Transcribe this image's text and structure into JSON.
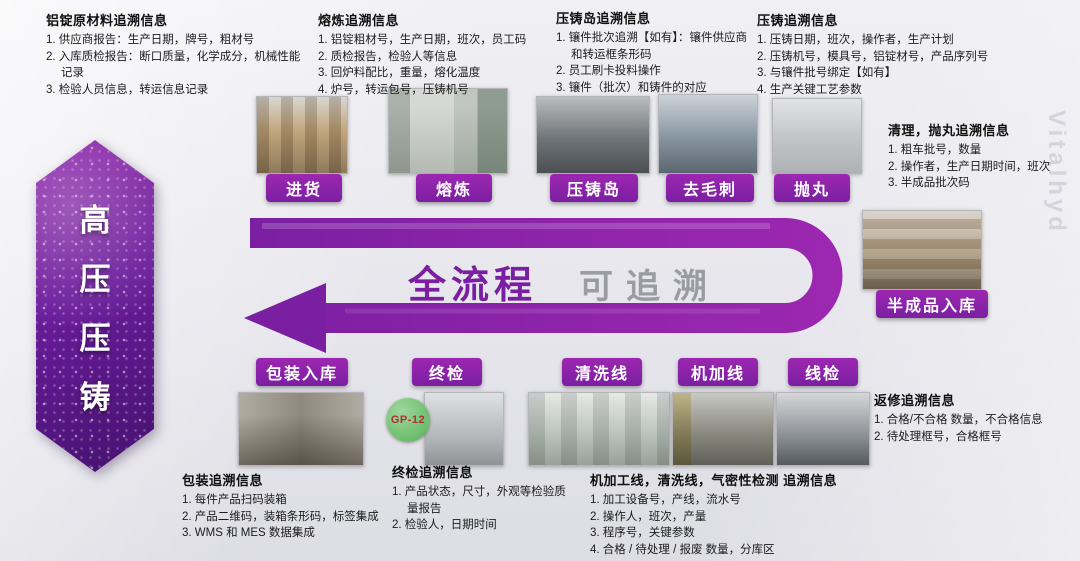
{
  "watermark": "Vitalhyd",
  "badge": {
    "chars": [
      "高",
      "压",
      "压",
      "铸"
    ]
  },
  "flow": {
    "primary": "全流程",
    "secondary": "可追溯"
  },
  "top_steps": [
    "进货",
    "熔炼",
    "压铸岛",
    "去毛刺",
    "抛丸"
  ],
  "right_step": "半成品入库",
  "bottom_steps": [
    "包装入库",
    "终检",
    "清洗线",
    "机加线",
    "线检"
  ],
  "gp_badge": "GP-12",
  "info_blocks": [
    {
      "title": "铝锭原材料追溯信息",
      "items": [
        "1. 供应商报告：生产日期，牌号，粗材号",
        "2. 入库质检报告：断口质量，化学成分，机械性能记录",
        "3. 检验人员信息，转运信息记录"
      ]
    },
    {
      "title": "熔炼追溯信息",
      "items": [
        "1. 铝锭粗材号，生产日期，班次，员工码",
        "2. 质检报告，检验人等信息",
        "3. 回炉料配比，重量，熔化温度",
        "4. 炉号，转运包号，压铸机号"
      ]
    },
    {
      "title": "压铸岛追溯信息",
      "items": [
        "1. 镶件批次追溯【如有】：镶件供应商和转运框条形码",
        "2. 员工刷卡投料操作",
        "3. 镶件（批次）和铸件的对应"
      ]
    },
    {
      "title": "压铸追溯信息",
      "items": [
        "1. 压铸日期，班次，操作者，生产计划",
        "2. 压铸机号，模具号，铝锭材号，产品序列号",
        "3. 与镶件批号绑定【如有】",
        "4. 生产关键工艺参数"
      ]
    },
    {
      "title": "清理，抛丸追溯信息",
      "items": [
        "1. 粗车批号，数量",
        "2. 操作者，生产日期时间，班次",
        "3. 半成品批次码"
      ]
    },
    {
      "title": "返修追溯信息",
      "items": [
        "1. 合格/不合格 数量，不合格信息",
        "2. 待处理框号，合格框号"
      ]
    },
    {
      "title": "包装追溯信息",
      "items": [
        "1. 每件产品扫码装箱",
        "2. 产品二维码，装箱条形码，标签集成",
        "3. WMS 和 MES 数据集成"
      ]
    },
    {
      "title": "终检追溯信息",
      "items": [
        "1. 产品状态，尺寸，外观等检验质量报告",
        "2. 检验人，日期时间"
      ]
    },
    {
      "title": "机加工线，清洗线，气密性检测 追溯信息",
      "items": [
        "1. 加工设备号，产线，流水号",
        "2. 操作人，班次，产量",
        "3. 程序号，关键参数",
        "4. 合格 / 待处理 / 报废 数量，分库区"
      ]
    }
  ],
  "colors": {
    "purple_dark": "#6A1B9A",
    "purple": "#7B1FA2",
    "purple_light": "#9C27B0",
    "gray_text": "#9b9ba3",
    "green_badge": "#6DBD6D"
  }
}
